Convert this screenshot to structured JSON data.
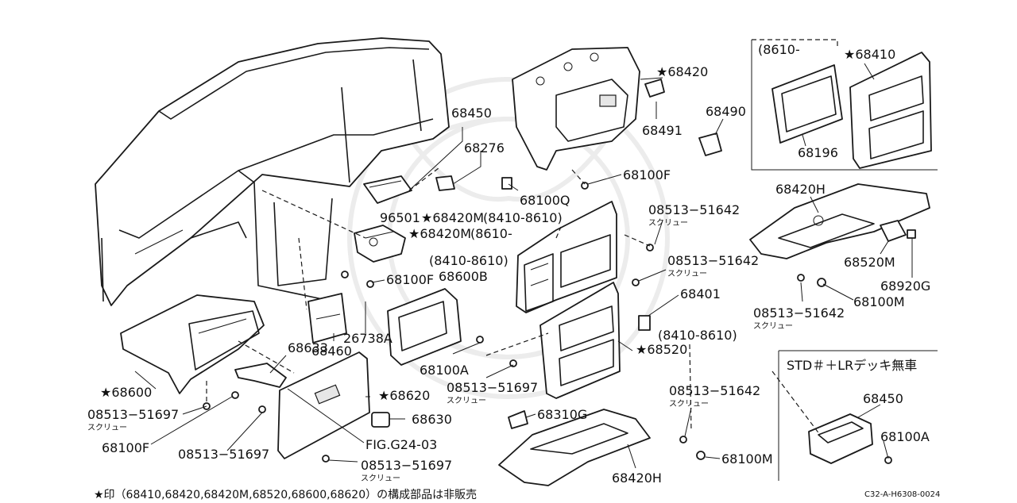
{
  "callouts": {
    "p68450": "68450",
    "p68276": "68276",
    "p68420": "★68420",
    "p68491": "68491",
    "p68490": "68490",
    "p68100F_a": "68100F",
    "p68100Q": "68100Q",
    "p96501": "96501",
    "p68420M_a": "★68420M",
    "range_8410_8610_a": "(8410-8610)",
    "p68420M_b": "★68420M",
    "range_8610_a": "(8610-",
    "range_8410_8610_b": "(8410-8610)",
    "p68600B": "68600B",
    "p68100F_b": "68100F",
    "p26738A": "26738A",
    "p68460": "68460",
    "p68633": "68633",
    "p68600": "★68600",
    "p08513_51697_a": "08513−51697",
    "screw_a": "スクリュー",
    "p68100F_c": "68100F",
    "p08513_51697_b": "08513−51697",
    "p68620": "★68620",
    "p68630": "68630",
    "fig_ref": "FIG.G24-03",
    "p08513_51697_c": "08513−51697",
    "screw_c": "スクリュー",
    "p68100A_a": "68100A",
    "p08513_51697_d": "08513−51697",
    "screw_d": "スクリュー",
    "p08513_51642_a": "08513−51642",
    "screw_e": "スクリュー",
    "p08513_51642_b": "08513−51642",
    "screw_f": "スクリュー",
    "p68401": "68401",
    "range_8410_8610_c": "(8410-8610)",
    "p68520": "★68520",
    "p68310G": "68310G",
    "p08513_51642_c": "08513−51642",
    "screw_g": "スクリュー",
    "p68100M_a": "68100M",
    "p68420H_a": "68420H",
    "range_8610_b": "(8610-",
    "p68410": "★68410",
    "p68196": "68196",
    "p68420H_b": "68420H",
    "p68520M": "68520M",
    "p68920G": "68920G",
    "p08513_51642_d": "08513−51642",
    "screw_h": "スクリュー",
    "p68100M_b": "68100M",
    "std_box_title": "STD＃＋LRデッキ無車",
    "p68450_b": "68450",
    "p68100A_b": "68100A"
  },
  "footnote": "★印（68410,68420,68420M,68520,68600,68620）の構成部品は非販売",
  "diagram_code": "C32-A-H6308-0024"
}
